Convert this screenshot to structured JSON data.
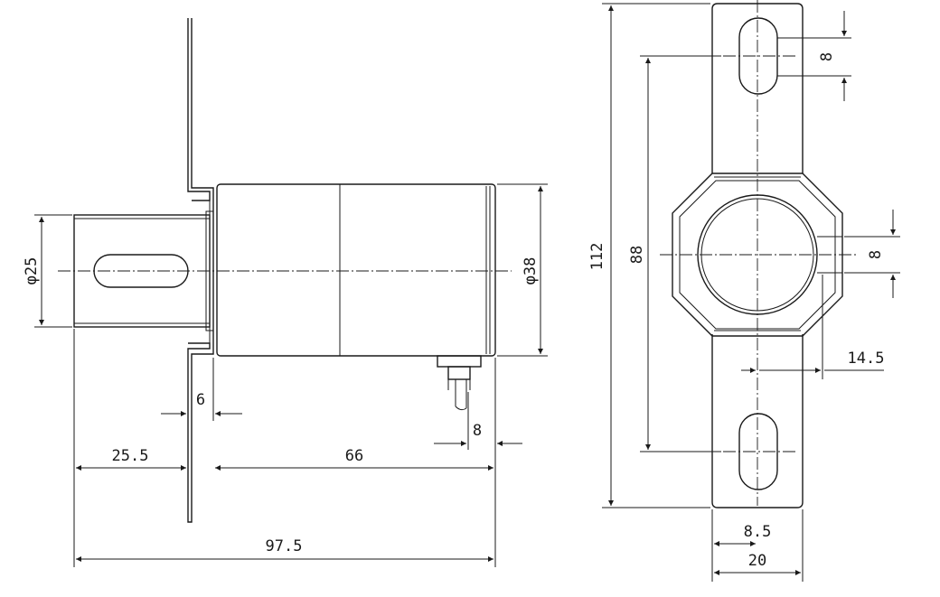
{
  "side_view": {
    "dims": {
      "shaft_diameter": "φ25",
      "body_diameter": "φ38",
      "bracket_gap": "6",
      "connector_width": "8",
      "shaft_length": "25.5",
      "body_length": "66",
      "total_length": "97.5"
    }
  },
  "end_view": {
    "dims": {
      "height_total": "112",
      "slot_spacing": "88",
      "slot_width": "8",
      "side_slot_width": "8",
      "side_offset": "14.5",
      "slot_offset": "8.5",
      "bracket_width": "20"
    }
  }
}
